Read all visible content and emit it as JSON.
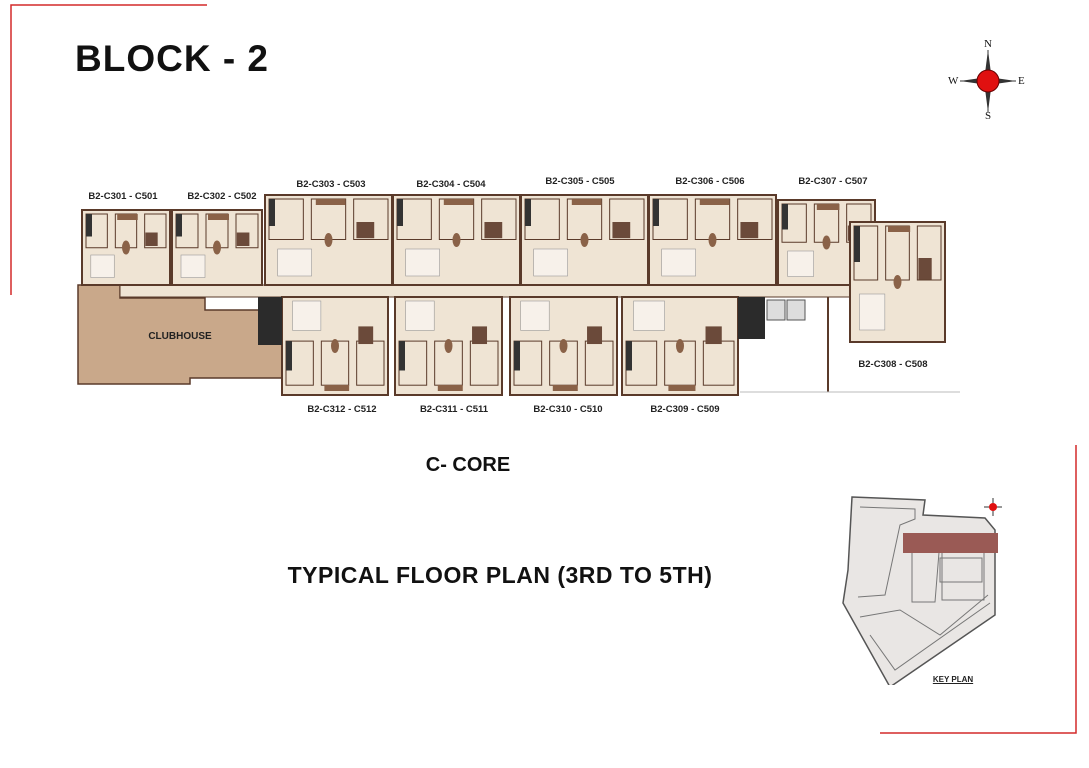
{
  "header": {
    "title": "BLOCK - 2"
  },
  "compass": {
    "north": "N",
    "south": "S",
    "east": "E",
    "west": "W",
    "accent": "#e01010"
  },
  "plan": {
    "clubhouse": "CLUBHOUSE",
    "core_label": "C- CORE",
    "floor_title": "TYPICAL FLOOR PLAN (3RD TO 5TH)",
    "units_top": [
      "B2-C301 - C501",
      "B2-C302 - C502",
      "B2-C303 - C503",
      "B2-C304 - C504",
      "B2-C305 - C505",
      "B2-C306 - C506",
      "B2-C307 - C507"
    ],
    "units_bottom": [
      "B2-C312 - C512",
      "B2-C311 - C511",
      "B2-C310 - C510",
      "B2-C309 - C509"
    ],
    "unit_right": "B2-C308 - C508"
  },
  "key_plan": {
    "label": "KEY PLAN",
    "highlight_color": "#9a5a55"
  },
  "colors": {
    "frame": "#d42a2a",
    "floor": "#efe4d4",
    "wall": "#5a3a2a",
    "clubhouse": "#c9a88a",
    "wood": "#8a6248"
  }
}
